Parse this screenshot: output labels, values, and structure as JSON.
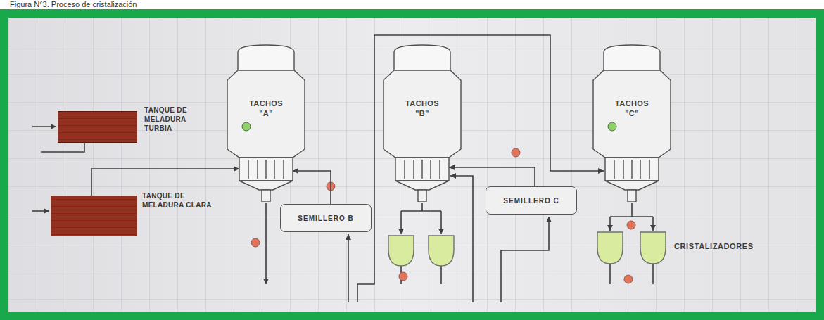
{
  "diagram": {
    "caption": "Figura N°3. Proceso de cristalización",
    "nodes": [
      {
        "text": [
          "TANQUE DE MELADURA TURBIA"
        ]
      },
      {
        "text": [
          "TANQUE DE MELADURA CLARA"
        ]
      },
      {
        "text": [
          "TACHOS \"A\""
        ]
      },
      {
        "text": [
          "SEMILLERO B"
        ]
      },
      {
        "text": [
          "TACHOS \"B\""
        ]
      },
      {
        "text": [
          "SEMILLERO C"
        ]
      },
      {
        "text": [
          "TACHOS \"C\""
        ]
      }
    ],
    "edges": [
      {
        "from": 1,
        "to": 2,
        "arrow": "to"
      },
      {
        "from": 3,
        "to": 2,
        "arrow": "to"
      },
      {
        "from": 5,
        "to": 4,
        "arrow": "to"
      }
    ],
    "labels": [
      "CRISTALIZADORES"
    ]
  }
}
